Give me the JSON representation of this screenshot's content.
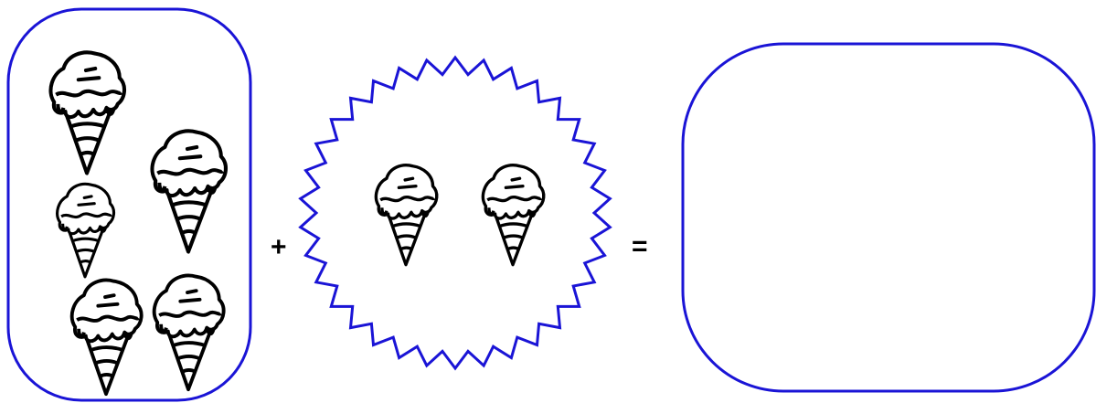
{
  "worksheet": {
    "operator_plus": "+",
    "operator_equals": "=",
    "first_group": {
      "count": 5,
      "item_icon": "ice-cream-cone-icon"
    },
    "second_group": {
      "count": 2,
      "item_icon": "ice-cream-cone-icon"
    },
    "answer_box": {
      "count": 0
    }
  },
  "colors": {
    "frame_stroke": "#1a14d6",
    "ink": "#000000",
    "background": "#ffffff"
  }
}
